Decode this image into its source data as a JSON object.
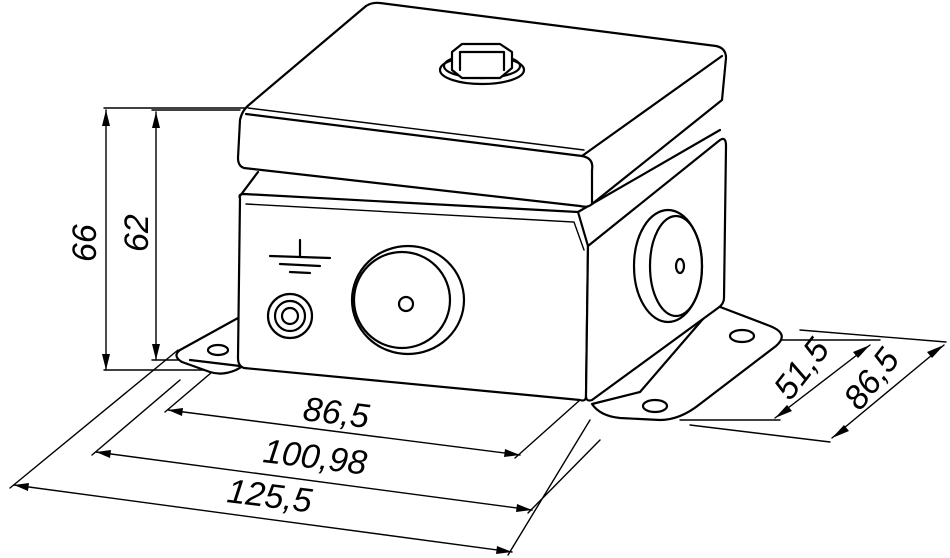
{
  "dimensions": {
    "height_outer": "66",
    "height_inner": "62",
    "width_inner": "86,5",
    "width_mid": "100,98",
    "width_outer": "125,5",
    "depth_inner": "51,5",
    "depth_outer": "86,5"
  }
}
